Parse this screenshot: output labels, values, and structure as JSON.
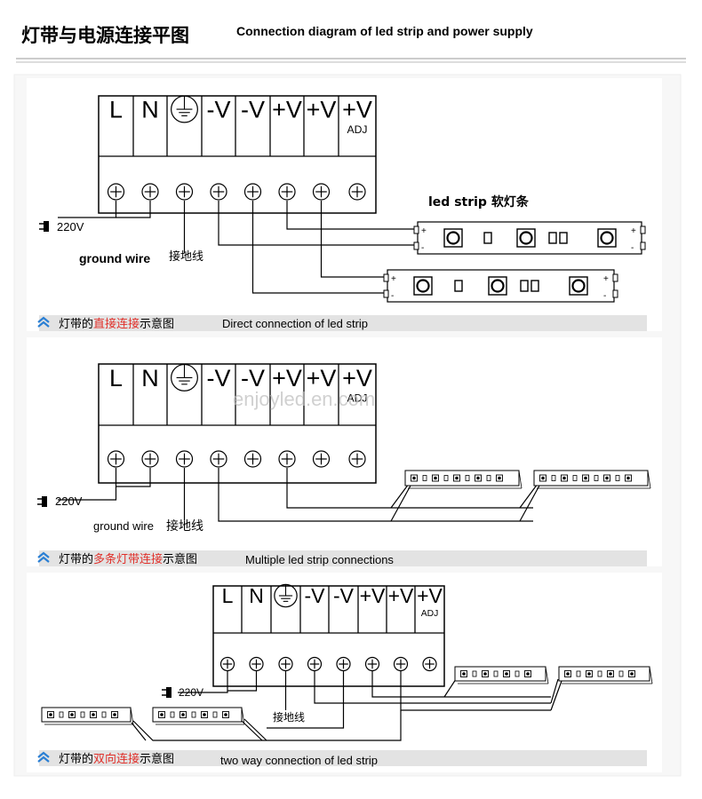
{
  "header": {
    "title_cn": "灯带与电源连接平图",
    "title_en": "Connection diagram of led strip and power supply"
  },
  "colors": {
    "accent_red": "#e0302a",
    "accent_blue": "#2a7fd4",
    "caption_bar": "#e3e3e3",
    "panel_bg": "#f7f7f7",
    "line": "#000000"
  },
  "terminals": {
    "labels": [
      "L",
      "N",
      "ground-symbol",
      "-V",
      "-V",
      "+V",
      "+V",
      "+V"
    ],
    "adj_label": "ADJ"
  },
  "common": {
    "voltage": "220V",
    "ground_wire_en": "ground wire",
    "ground_wire_cn": "接地线",
    "plus": "+",
    "minus": "-"
  },
  "sections": [
    {
      "id": "direct",
      "strip_label": "led strip  软灯条",
      "caption_cn_prefix": "灯带的",
      "caption_cn_highlight": "直接连接",
      "caption_cn_suffix": "示意图",
      "caption_en": "Direct connection of led strip"
    },
    {
      "id": "multiple",
      "caption_cn_prefix": "灯带的",
      "caption_cn_highlight": "多条灯带连接",
      "caption_cn_suffix": "示意图",
      "caption_en": "Multiple led strip connections"
    },
    {
      "id": "two-way",
      "caption_cn_prefix": "灯带的",
      "caption_cn_highlight": "双向连接",
      "caption_cn_suffix": "示意图",
      "caption_en": "two way connection of led strip"
    }
  ],
  "watermark": "enjoyled.en.com"
}
